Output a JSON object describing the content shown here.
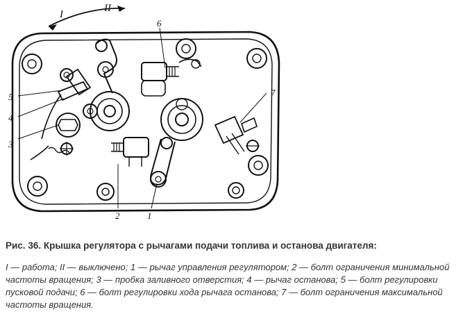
{
  "figure": {
    "mode_labels": [
      "I",
      "II"
    ],
    "callouts": [
      "1",
      "2",
      "3",
      "4",
      "5",
      "6",
      "7"
    ]
  },
  "caption": "Рис. 36. Крышка регулятора с рычагами подачи топлива и останова двигателя:",
  "legend": "I — работа; II — выключено; 1 — рычаг управления регулятором; 2 — болт ограничения минимальной частоты вращения; 3 — пробка заливного отверстия; 4 — рычаг останова; 5 — болт регулировки пусковой подачи; 6 — болт регулировки хода рычага останова; 7 — болт ограничения максимальной частоты вращения."
}
